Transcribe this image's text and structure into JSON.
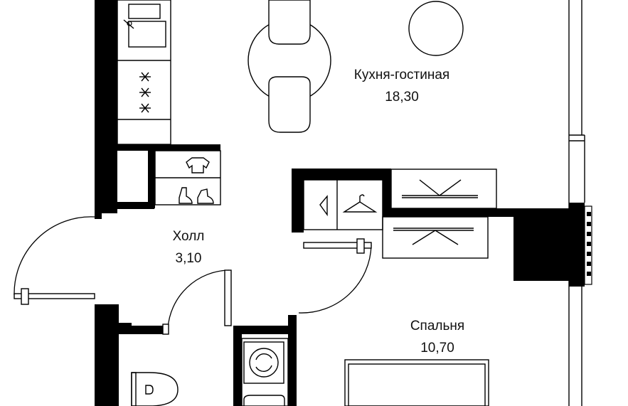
{
  "rooms": {
    "kitchen": {
      "name": "Кухня-гостиная",
      "area": "18,30"
    },
    "hall": {
      "name": "Холл",
      "area": "3,10"
    },
    "bedroom": {
      "name": "Спальня",
      "area": "10,70"
    }
  },
  "icons": [
    "sink-icon",
    "stove-icon",
    "dining-table-icon",
    "round-table-icon",
    "chair-icon",
    "shirt-icon",
    "shoes-icon",
    "hanger-icon",
    "washing-machine-icon",
    "toilet-icon",
    "bed-icon",
    "wardrobe-icon",
    "radiator-icon"
  ],
  "colors": {
    "wall": "#000000",
    "background": "#ffffff",
    "line": "#000000"
  }
}
